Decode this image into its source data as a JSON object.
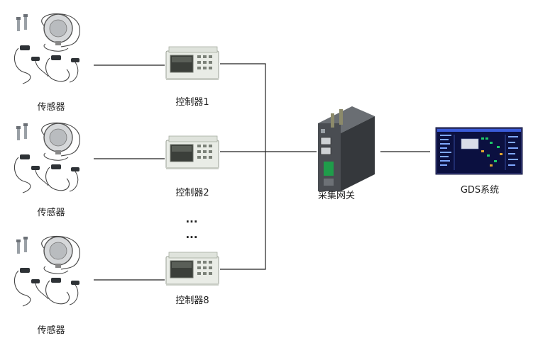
{
  "nodes": {
    "sensor_label": "传感器",
    "controllers": [
      "控制器1",
      "控制器2",
      "控制器8"
    ],
    "ellipsis": "···",
    "gateway": "采集网关",
    "gds": "GDS系统"
  },
  "colors": {
    "line": "#222222",
    "controller_body": "#e9ece6",
    "controller_screen": "#3b3f3a",
    "gateway_body": "#4a4d52",
    "gateway_port": "#1f9d4a",
    "monitor_frame": "#2a2f6b",
    "monitor_screen": "#0b1040"
  }
}
